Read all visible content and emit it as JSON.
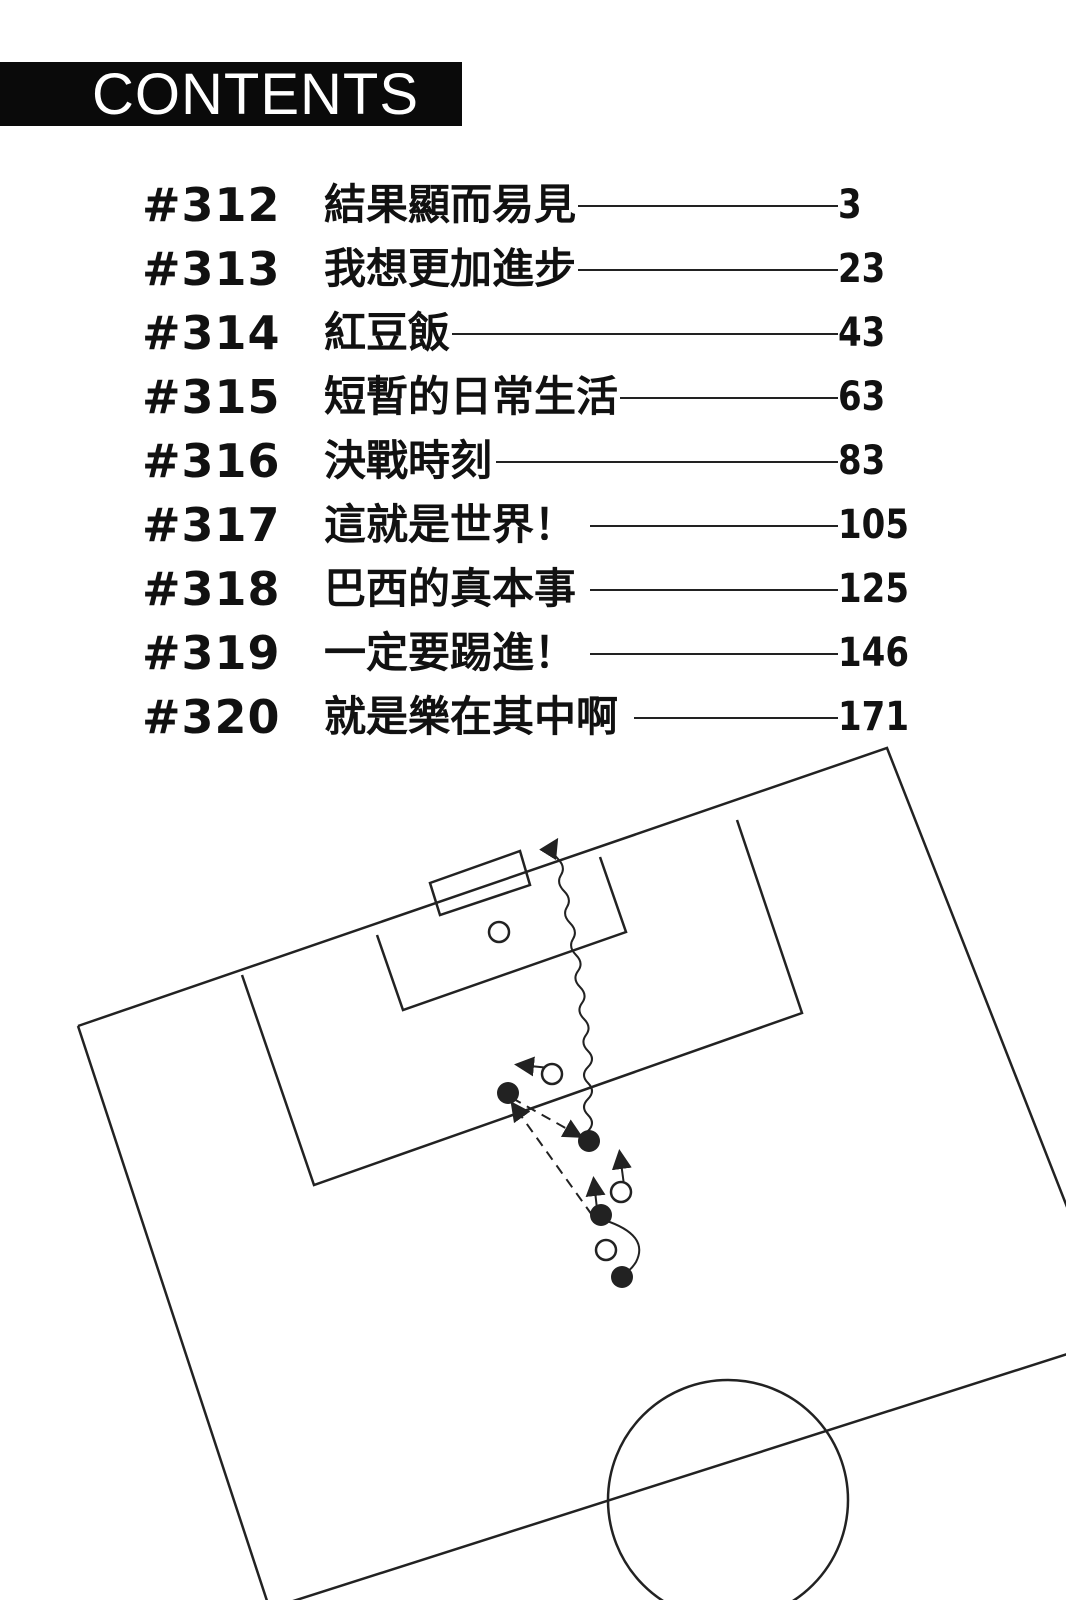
{
  "header": {
    "title": "CONTENTS"
  },
  "toc": [
    {
      "num": "#312",
      "title": "結果顯而易見",
      "page": "3"
    },
    {
      "num": "#313",
      "title": "我想更加進步",
      "page": "23"
    },
    {
      "num": "#314",
      "title": "紅豆飯",
      "page": "43"
    },
    {
      "num": "#315",
      "title": "短暫的日常生活",
      "page": "63"
    },
    {
      "num": "#316",
      "title": "決戰時刻",
      "page": "83"
    },
    {
      "num": "#317",
      "title": "這就是世界！",
      "page": "105"
    },
    {
      "num": "#318",
      "title": "巴西的真本事",
      "page": "125"
    },
    {
      "num": "#319",
      "title": "一定要踢進！",
      "page": "146"
    },
    {
      "num": "#320",
      "title": "就是樂在其中啊",
      "page": "171"
    }
  ],
  "diagram": {
    "icon": "soccer-pitch-tactics-icon",
    "line_color": "#222222",
    "player_fill": "#222222"
  }
}
